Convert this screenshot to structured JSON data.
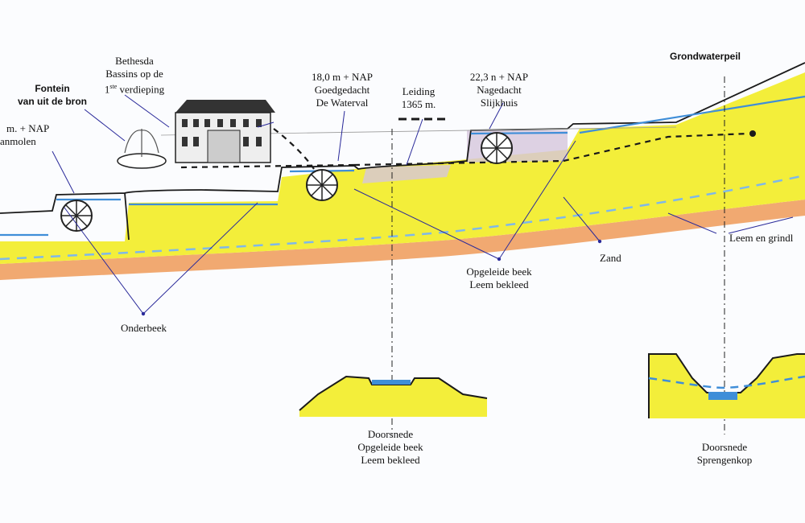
{
  "labels": {
    "fontein_1": "Fontein",
    "fontein_2": "van uit de bron",
    "bethesda_1": "Bethesda",
    "bethesda_2": "Bassins op de",
    "bethesda_3a": "1",
    "bethesda_3sup": "ste",
    "bethesda_3b": " verdieping",
    "left_nap_1": "m. + NAP",
    "left_nap_2": "anmolen",
    "mid_nap_1": "18,0 m + NAP",
    "mid_nap_2": "Goedgedacht",
    "mid_nap_3": "De Waterval",
    "leiding_1": "Leiding",
    "leiding_2": "1365 m.",
    "right_nap_1": "22,3 n + NAP",
    "right_nap_2": "Nagedacht",
    "right_nap_3": "Slijkhuis",
    "grondwaterpeil": "Grondwaterpeil",
    "leem_grindl": "Leem en grindl",
    "zand": "Zand",
    "opgeleide_1": "Opgeleide beek",
    "opgeleide_2": "Leem bekleed",
    "onderbeek": "Onderbeek",
    "doorsnede1_1": "Doorsnede",
    "doorsnede1_2": "Opgeleide beek",
    "doorsnede1_3": "Leem bekleed",
    "doorsnede2_1": "Doorsnede",
    "doorsnede2_2": "Sprengenkop"
  },
  "colors": {
    "sand": "#f3ee3a",
    "clay": "#f0a062",
    "water": "#3f8ed8",
    "pond": "#d6c6dc",
    "line": "#1a1a1a",
    "pointer": "#2a2a9a"
  }
}
